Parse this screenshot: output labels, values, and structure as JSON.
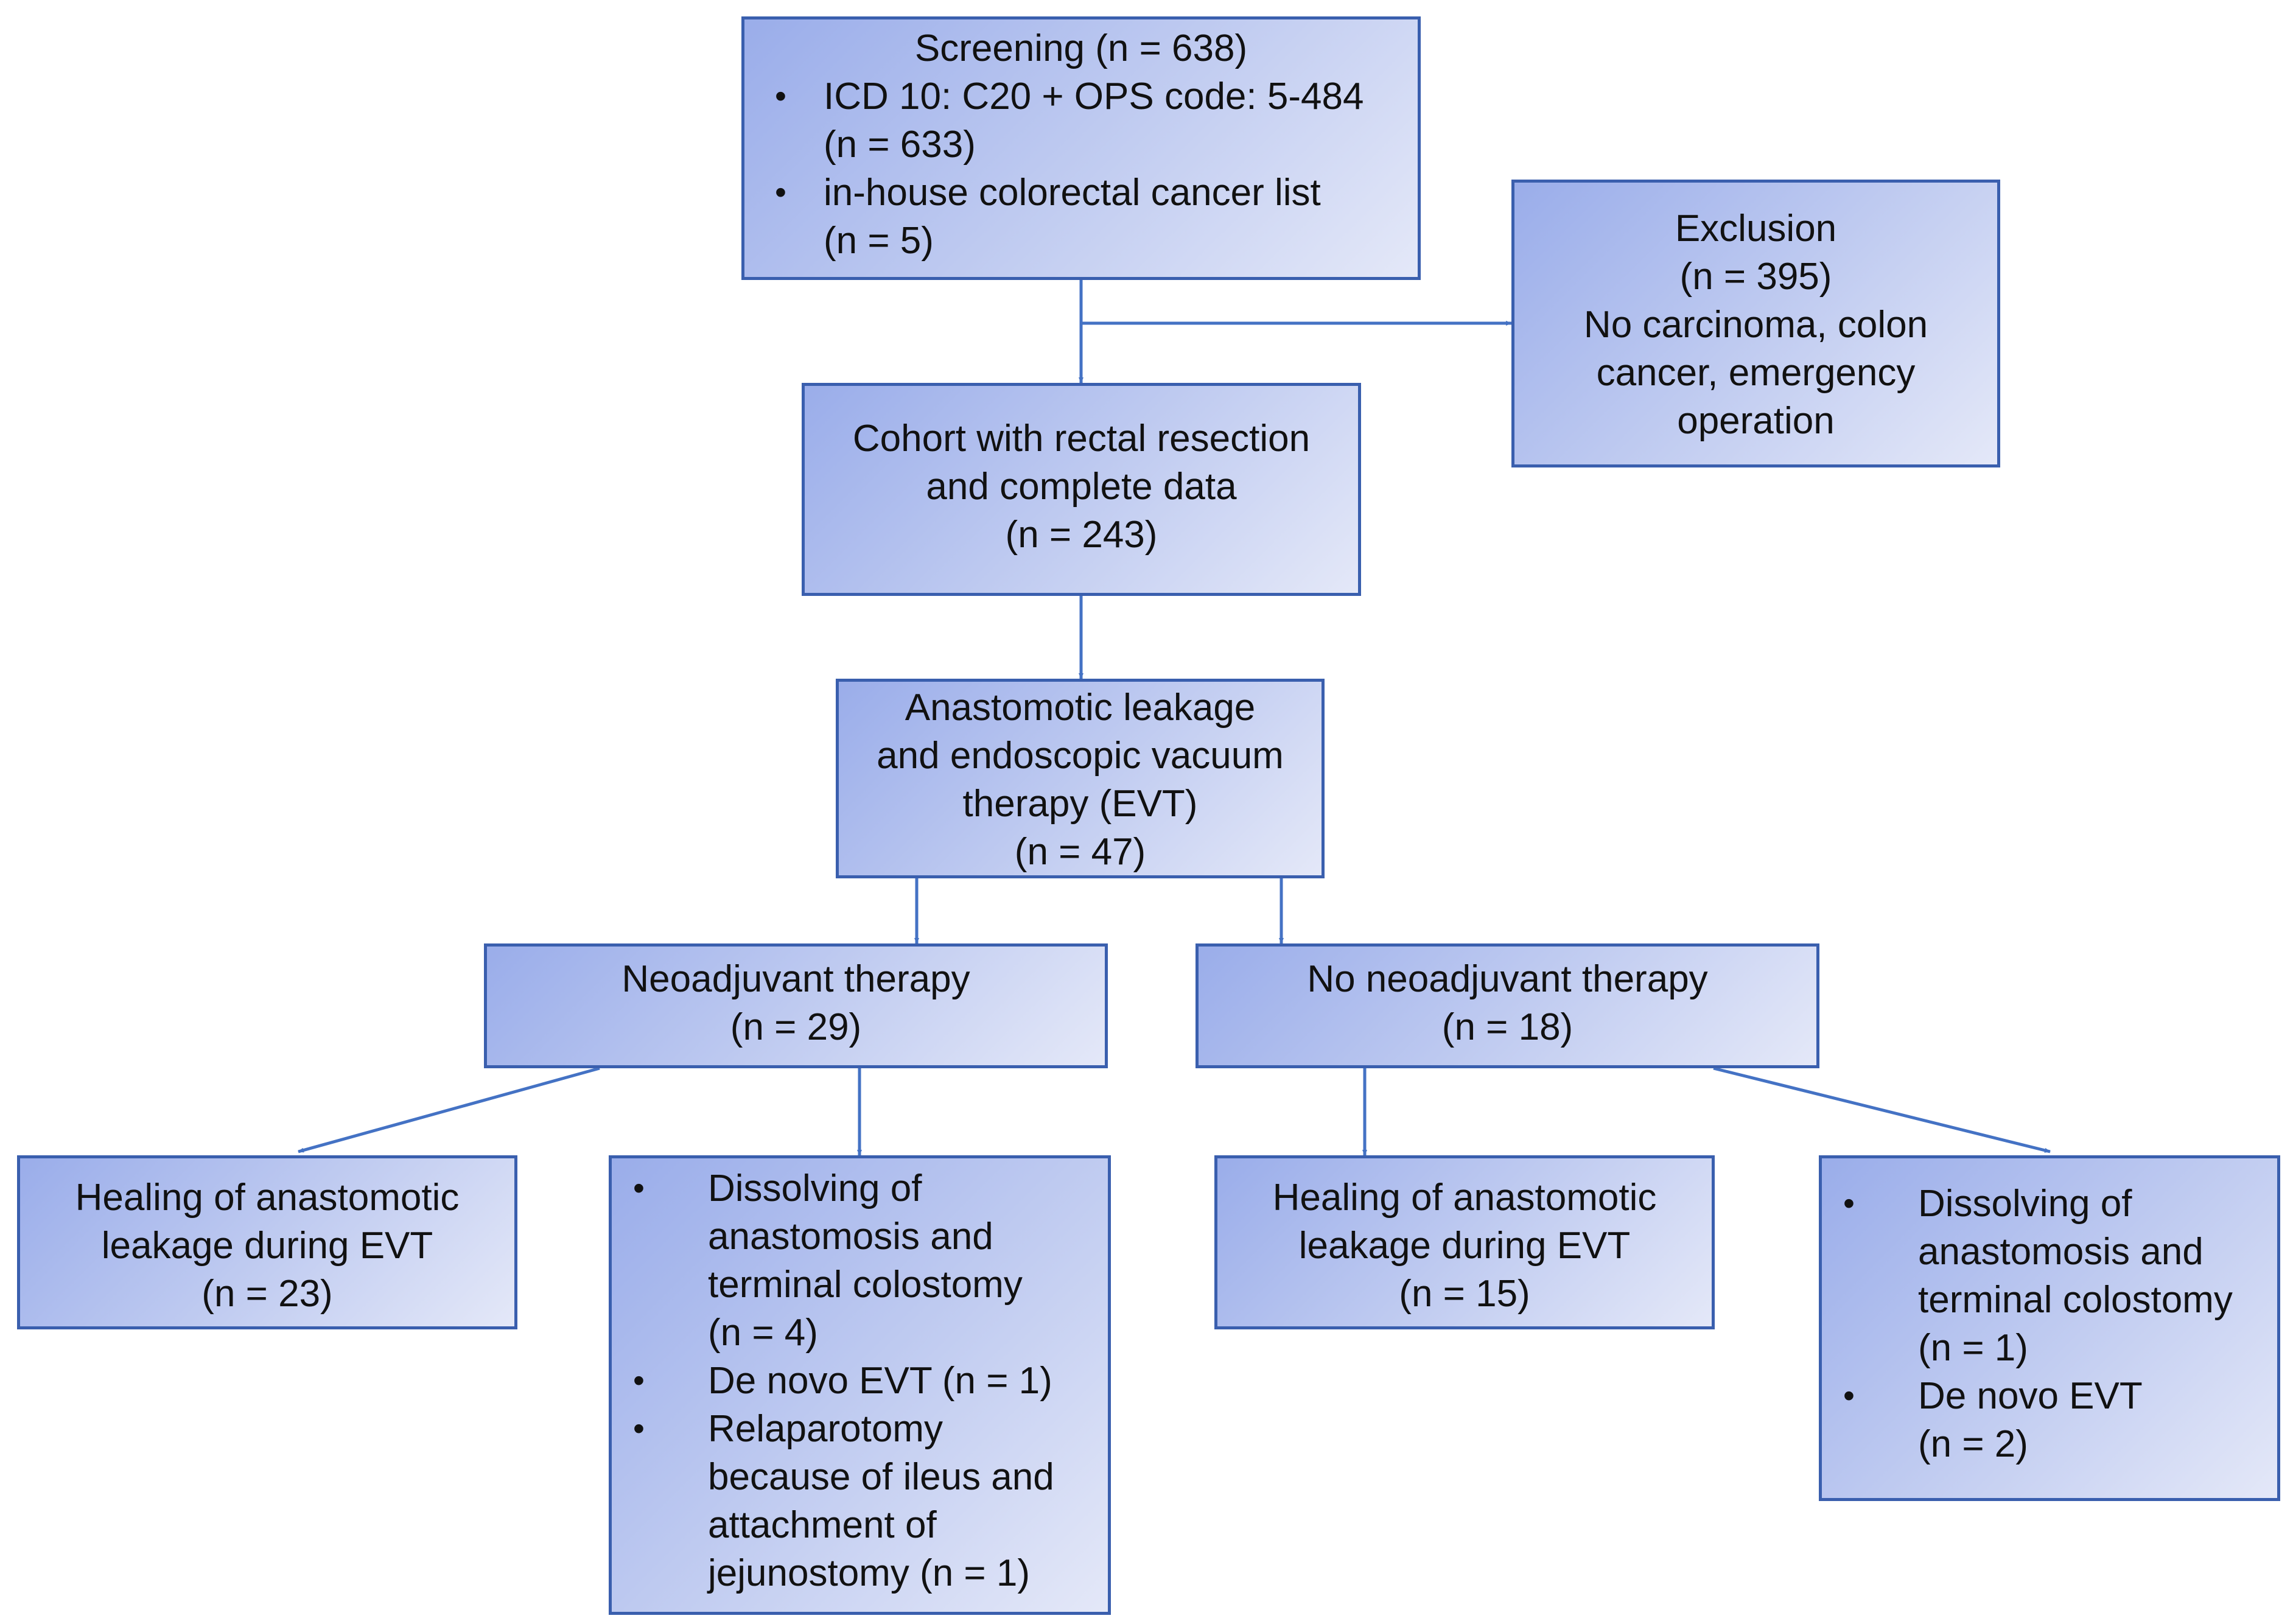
{
  "flowchart": {
    "screening": {
      "title": "Screening (n = 638)",
      "items": [
        {
          "text": "ICD 10: C20 + OPS code: 5-484",
          "count": "(n = 633)"
        },
        {
          "text": "in-house colorectal cancer list",
          "count": "(n = 5)"
        }
      ]
    },
    "exclusion": {
      "lines": [
        "Exclusion",
        "(n = 395)",
        "No carcinoma, colon",
        "cancer, emergency",
        "operation"
      ]
    },
    "cohort": {
      "lines": [
        "Cohort with rectal resection",
        "and complete data",
        "(n = 243)"
      ]
    },
    "evt": {
      "lines": [
        "Anastomotic leakage",
        "and endoscopic vacuum",
        "therapy (EVT)",
        "(n = 47)"
      ]
    },
    "neoadjuvant": {
      "lines": [
        "Neoadjuvant therapy",
        "(n = 29)"
      ]
    },
    "no_neoadjuvant": {
      "lines": [
        "No neoadjuvant therapy",
        "(n = 18)"
      ]
    },
    "neo_healing": {
      "lines": [
        "Healing of anastomotic",
        "leakage during EVT",
        "(n = 23)"
      ]
    },
    "neo_outcomes": {
      "items": [
        {
          "lines": [
            "Dissolving of",
            "anastomosis and",
            "terminal colostomy",
            "(n = 4)"
          ]
        },
        {
          "lines": [
            "De novo EVT (n = 1)"
          ]
        },
        {
          "lines": [
            "Relaparotomy",
            "because of ileus and",
            "attachment of",
            "jejunostomy (n = 1)"
          ]
        }
      ]
    },
    "no_neo_healing": {
      "lines": [
        "Healing of anastomotic",
        "leakage during EVT",
        "(n = 15)"
      ]
    },
    "no_neo_outcomes": {
      "items": [
        {
          "lines": [
            "Dissolving of",
            "anastomosis and",
            "terminal colostomy",
            "(n = 1)"
          ]
        },
        {
          "lines": [
            "De novo EVT",
            "(n = 2)"
          ]
        }
      ]
    },
    "bullet_glyph": "•",
    "colors": {
      "box_border": "#3a5fae",
      "box_fill_start": "#9aadea",
      "box_fill_end": "#e4e8f8",
      "arrow": "#4472c4"
    }
  }
}
